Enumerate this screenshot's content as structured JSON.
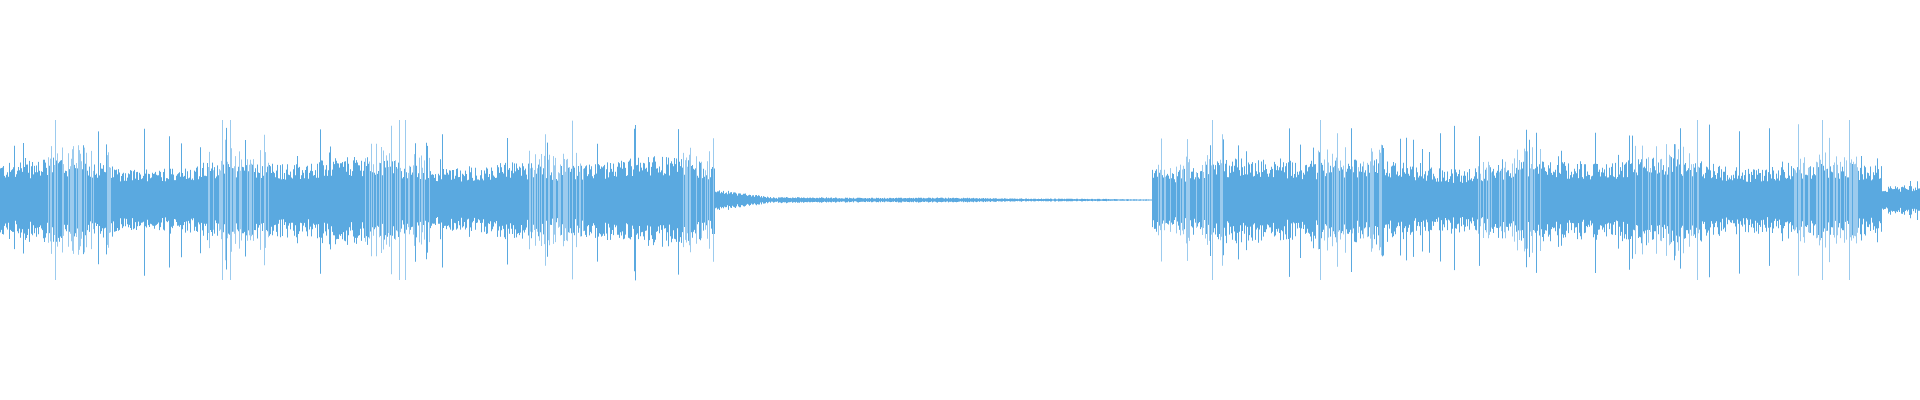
{
  "waveform": {
    "colors": {
      "background": "#ffffff",
      "wave": "#5aa9e0",
      "wave_light": "#9ccbee"
    },
    "segments": [
      {
        "name": "audio-segment-1",
        "start": 0.0,
        "end": 0.372,
        "level": 0.55,
        "burst": 0.95
      },
      {
        "name": "fade-out-tail",
        "start": 0.372,
        "end": 0.405,
        "level": 0.18,
        "burst": 0.3
      },
      {
        "name": "silence",
        "start": 0.405,
        "end": 0.6,
        "level": 0.02,
        "burst": 0.02
      },
      {
        "name": "audio-segment-2",
        "start": 0.6,
        "end": 0.98,
        "level": 0.55,
        "burst": 0.95
      },
      {
        "name": "end-tail",
        "start": 0.98,
        "end": 1.0,
        "level": 0.22,
        "burst": 0.4
      }
    ]
  }
}
